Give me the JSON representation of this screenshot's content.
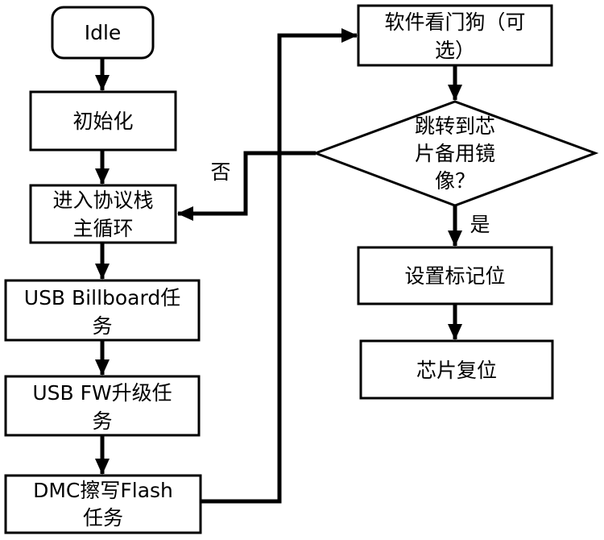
{
  "nodes": {
    "idle": [
      "Idle"
    ],
    "init": [
      "初始化"
    ],
    "main_loop": [
      "进入协议栈",
      "主循环"
    ],
    "usb_billboard": [
      "USB Billboard任",
      "务"
    ],
    "usb_fw": [
      "USB FW升级任",
      "务"
    ],
    "dmc_flash": [
      "DMC擦写Flash",
      "任务"
    ],
    "watchdog": [
      "软件看门狗（可",
      "选）"
    ],
    "decision": [
      "跳转到芯",
      "片备用镜",
      "像？"
    ],
    "set_flag": [
      "设置标记位"
    ],
    "chip_reset": [
      "芯片复位"
    ]
  },
  "edges": {
    "no_label": "否",
    "yes_label": "是"
  }
}
